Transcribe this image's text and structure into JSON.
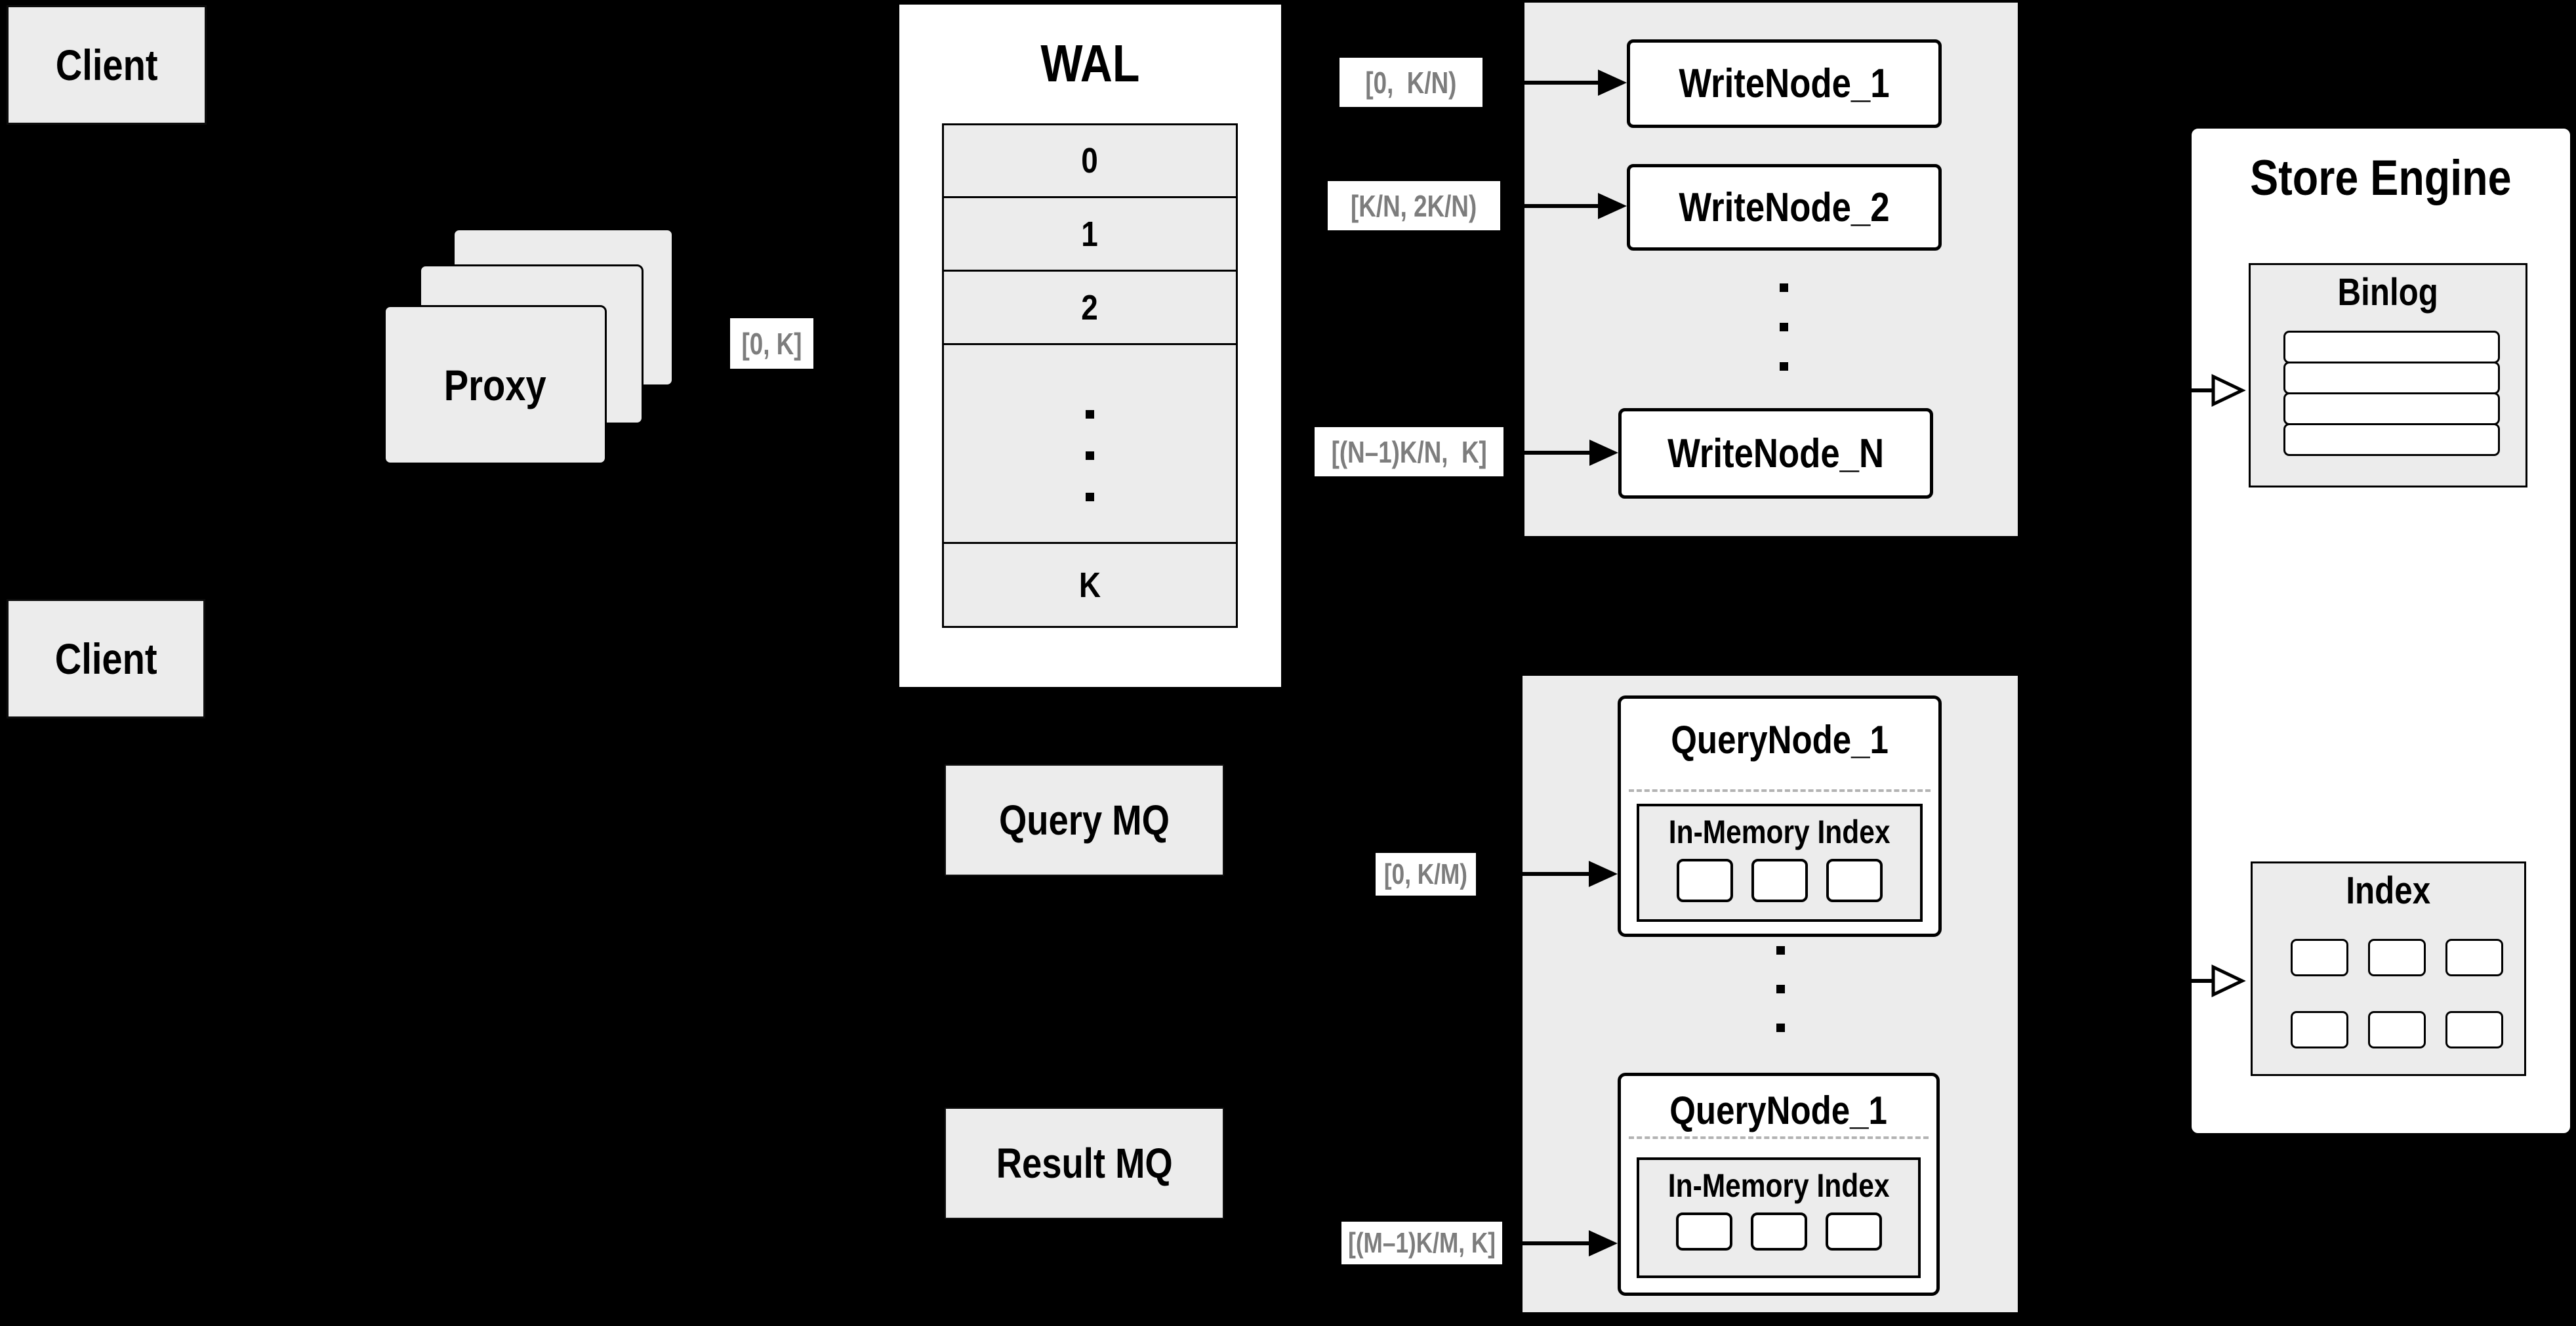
{
  "colors": {
    "bg": "#000000",
    "panel": "#ececec",
    "white": "#ffffff",
    "ink": "#000000",
    "label-gray": "#7d7d7d",
    "dash-gray": "#b3b3b3"
  },
  "clients": {
    "top_label": "Client",
    "bottom_label": "Client"
  },
  "proxy": {
    "label": "Proxy"
  },
  "range_labels": {
    "proxy_to_wal": "[0, K]",
    "write_1": "[0,  K/N)",
    "write_2": "[K/N, 2K/N)",
    "write_n": "[(N–1)K/N,  K]",
    "query_1": "[0, K/M)",
    "query_m": "[(M–1)K/M, K]"
  },
  "wal": {
    "title": "WAL",
    "rows": [
      "0",
      "1",
      "2"
    ],
    "last_row": "K"
  },
  "write_nodes": {
    "node_1": "WriteNode_1",
    "node_2": "WriteNode_2",
    "node_n": "WriteNode_N"
  },
  "mq": {
    "query": "Query MQ",
    "result": "Result MQ"
  },
  "query_nodes": {
    "node_top_title": "QueryNode_1",
    "node_bottom_title": "QueryNode_1",
    "in_memory_title": "In-Memory Index"
  },
  "store_engine": {
    "title": "Store Engine",
    "binlog_title": "Binlog",
    "index_title": "Index"
  },
  "icons": {
    "filled_right_arrow": "solid black triangle arrow",
    "open_right_arrow": "hollow white triangle arrow",
    "vertical_ellipsis": "three stacked square dots"
  }
}
